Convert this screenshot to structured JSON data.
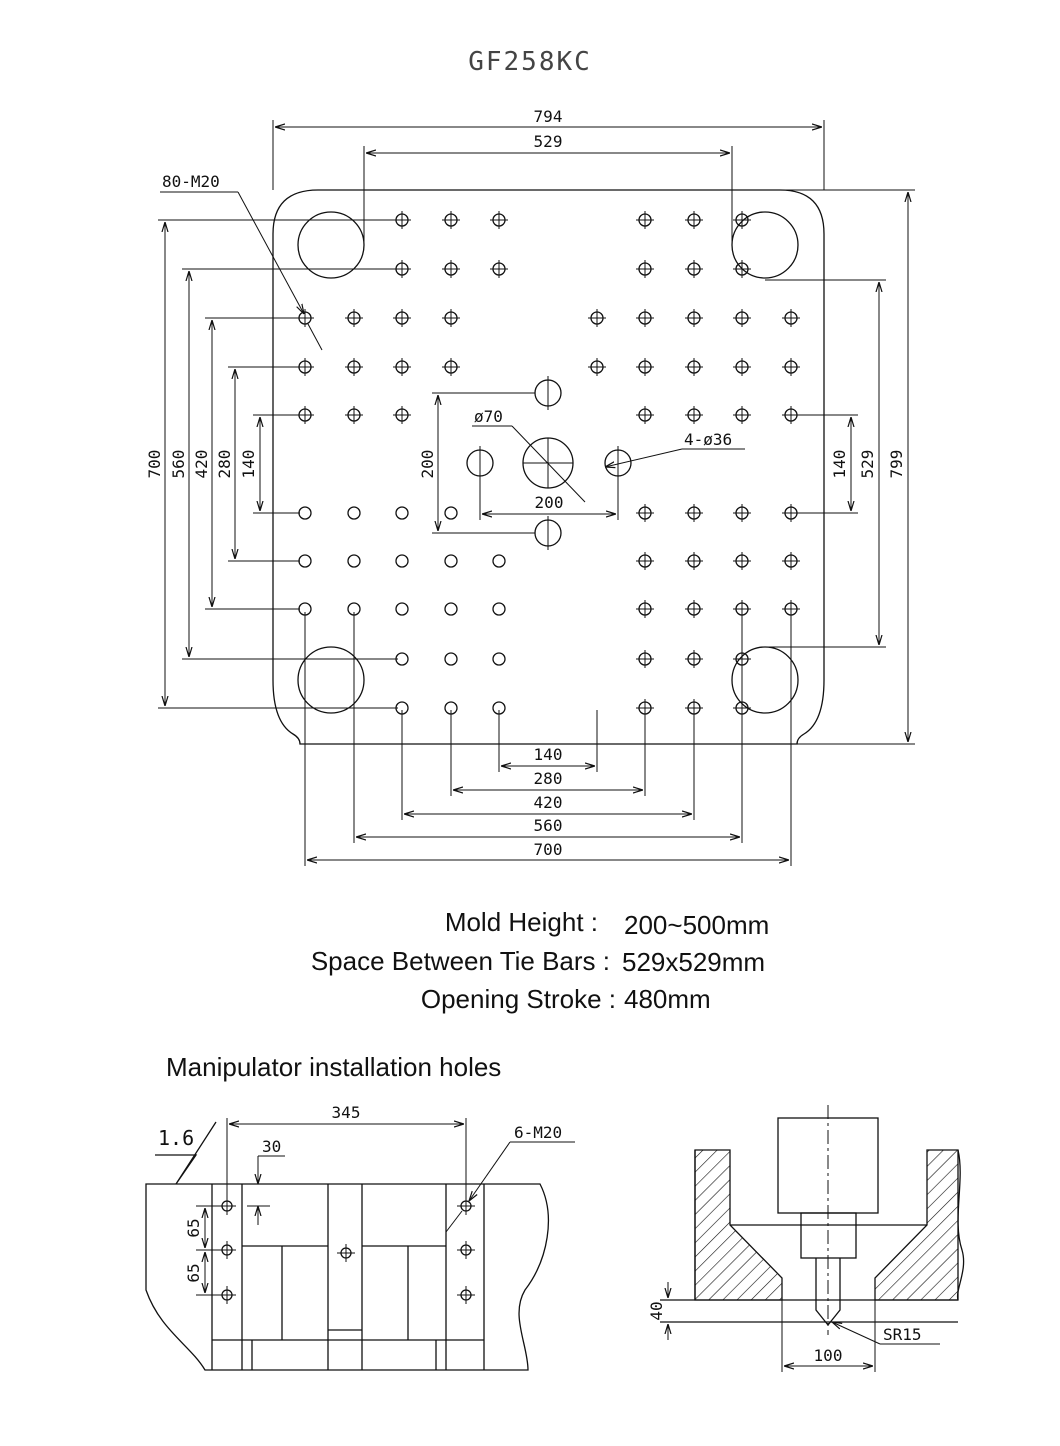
{
  "title": "GF258KC",
  "platen_dims": {
    "top_outer": "794",
    "top_inner": "529",
    "thread_callout": "80-M20",
    "left_v": [
      "700",
      "560",
      "420",
      "280",
      "140"
    ],
    "right_v": [
      "140",
      "529",
      "799"
    ],
    "center_v": "200",
    "center_h": "200",
    "center_bore": "ø70",
    "small_holes": "4-ø36",
    "bottom_h": [
      "140",
      "280",
      "420",
      "560",
      "700"
    ]
  },
  "specs": [
    {
      "label": "Mold Height :",
      "value": "200~500mm"
    },
    {
      "label": "Space Between Tie Bars :",
      "value": "529x529mm"
    },
    {
      "label": "Opening Stroke :",
      "value": "480mm"
    }
  ],
  "manipulator": {
    "heading": "Manipulator installation holes",
    "roughness": "1.6",
    "dim_345": "345",
    "dim_30": "30",
    "callout": "6-M20",
    "dim_65a": "65",
    "dim_65b": "65"
  },
  "nozzle": {
    "dim_40": "40",
    "dim_100": "100",
    "radius": "SR15"
  }
}
